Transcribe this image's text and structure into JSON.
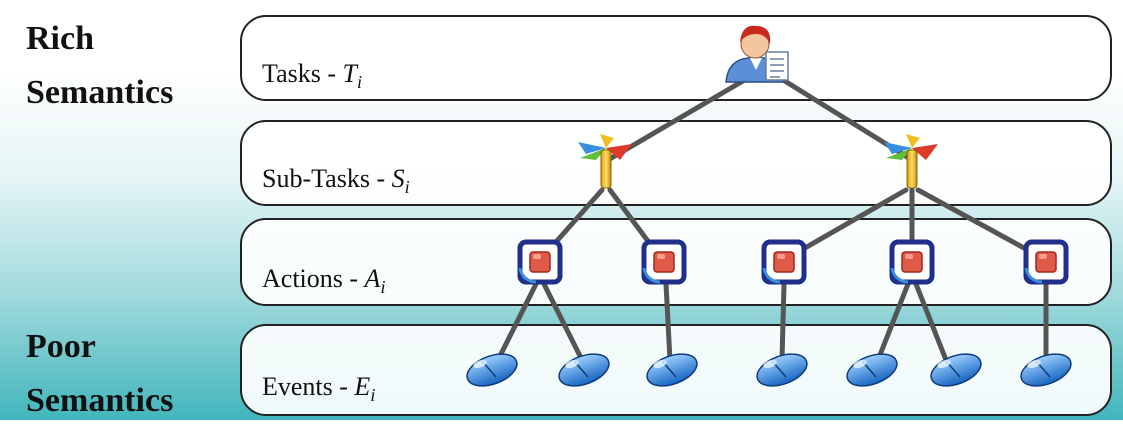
{
  "side_labels": {
    "rich": [
      "Rich",
      "Semantics"
    ],
    "poor": [
      "Poor",
      "Semantics"
    ]
  },
  "layers": [
    {
      "key": "tasks",
      "name": "Tasks - ",
      "var": "T",
      "sub": "i"
    },
    {
      "key": "subtasks",
      "name": "Sub-Tasks - ",
      "var": "S",
      "sub": "i"
    },
    {
      "key": "actions",
      "name": "Actions - ",
      "var": "A",
      "sub": "i"
    },
    {
      "key": "events",
      "name": "Events - ",
      "var": "E",
      "sub": "i"
    }
  ],
  "icons": {
    "task": "user-document-icon",
    "subtask": "pinwheel-icon",
    "action": "action-square-icon",
    "event": "mouse-icon"
  },
  "colors": {
    "gradient_top": "#ffffff",
    "gradient_bottom": "#41b6bc",
    "connector": "#555555"
  }
}
